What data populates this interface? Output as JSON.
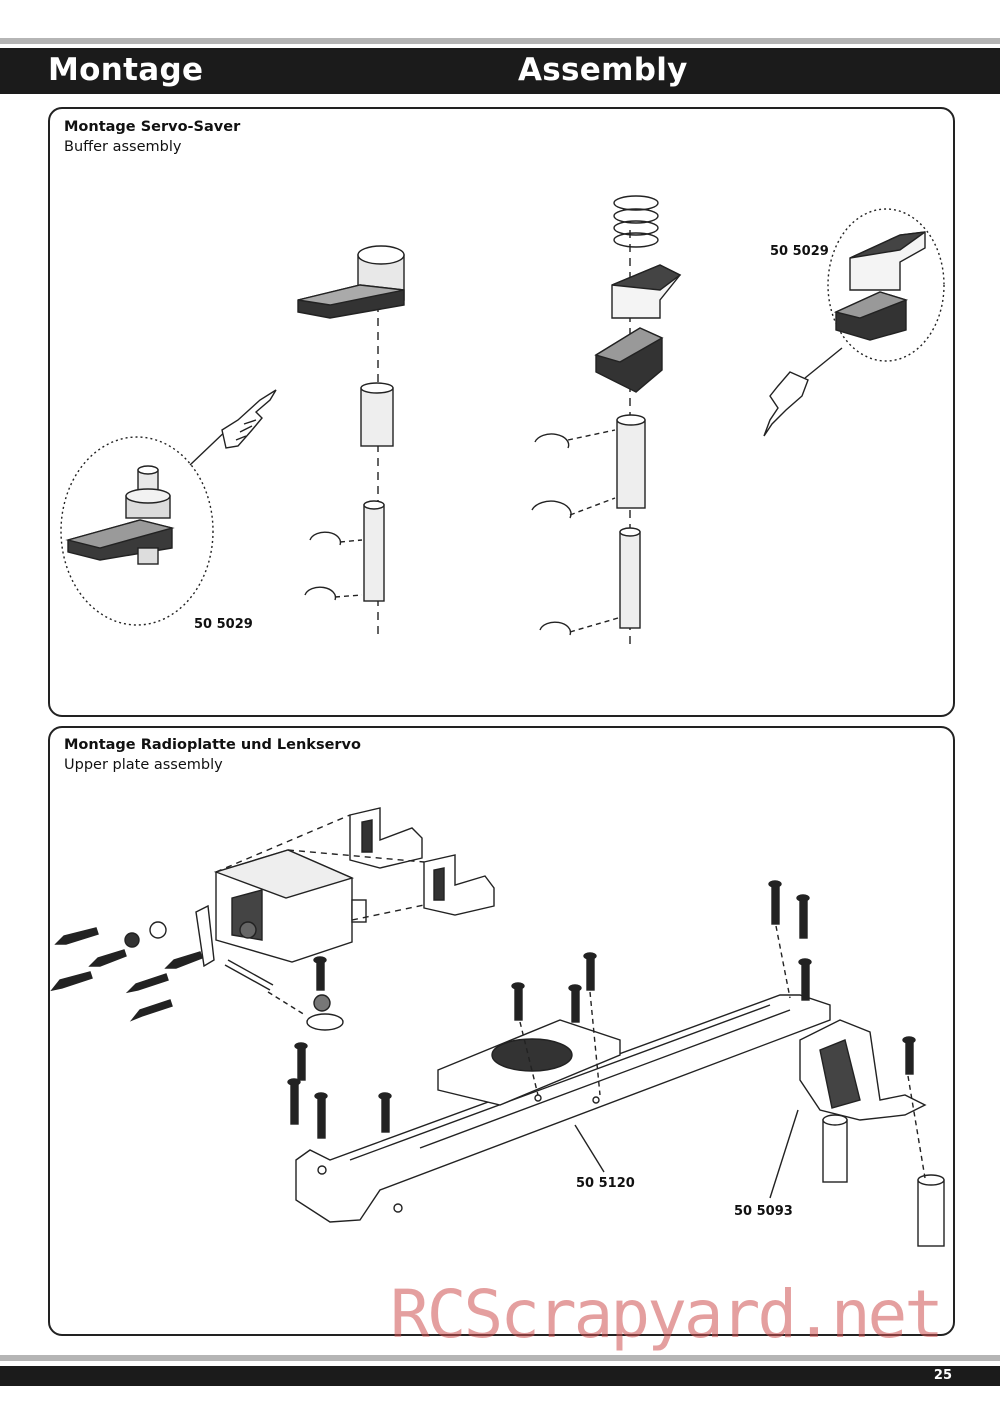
{
  "header": {
    "left_title": "Montage",
    "right_title": "Assembly"
  },
  "section1": {
    "title": "Montage Servo-Saver",
    "subtitle": "Buffer assembly",
    "part_labels": [
      "50 5029",
      "50 5029"
    ]
  },
  "section2": {
    "title": "Montage Radioplatte und Lenkservo",
    "subtitle": "Upper plate assembly",
    "part_labels": [
      "50 5120",
      "50 5093"
    ]
  },
  "footer": {
    "page_number": "25"
  },
  "watermark": "RCScrapyard.net"
}
